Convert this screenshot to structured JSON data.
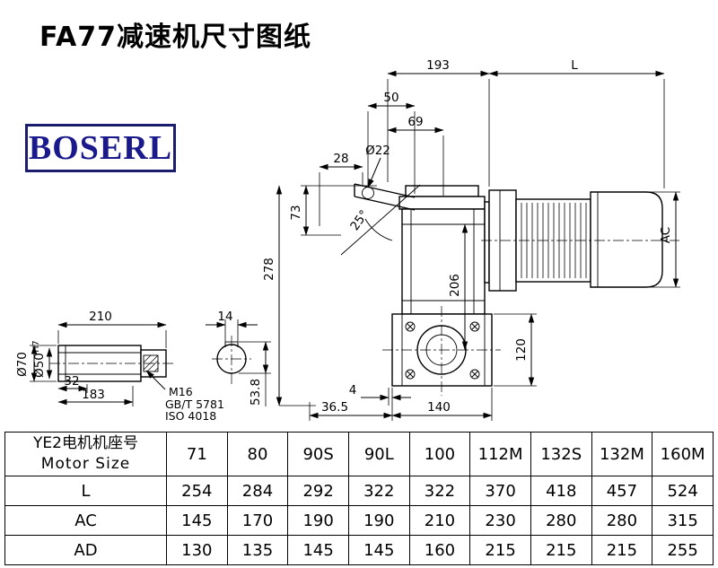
{
  "title": "FA77减速机尺寸图纸",
  "logo": {
    "text": "BOSERL"
  },
  "drawing": {
    "dims": {
      "w193": "193",
      "L": "L",
      "w50": "50",
      "w69": "69",
      "dia22": "Ø22",
      "w28": "28",
      "h73": "73",
      "ang25": "25°",
      "h278": "278",
      "h206": "206",
      "AC": "AC",
      "h120": "120",
      "w4": "4",
      "w36_5": "36.5",
      "w140": "140",
      "w210": "210",
      "w14": "14",
      "dia70": "Ø70",
      "dia50": "Ø50",
      "tol": "H7",
      "w32": "32",
      "w183": "183",
      "bolt": "M16",
      "std1": "GB/T 5781",
      "std2": "ISO 4018",
      "h53_8": "53.8"
    }
  },
  "table": {
    "header": {
      "line1": "YE2电机机座号",
      "line2": "Motor Size"
    },
    "columns": [
      "71",
      "80",
      "90S",
      "90L",
      "100",
      "112M",
      "132S",
      "132M",
      "160M"
    ],
    "rows": [
      {
        "label": "L",
        "values": [
          "254",
          "284",
          "292",
          "322",
          "322",
          "370",
          "418",
          "457",
          "524"
        ]
      },
      {
        "label": "AC",
        "values": [
          "145",
          "170",
          "190",
          "190",
          "210",
          "230",
          "280",
          "280",
          "315"
        ]
      },
      {
        "label": "AD",
        "values": [
          "130",
          "135",
          "145",
          "145",
          "160",
          "215",
          "215",
          "215",
          "255"
        ]
      }
    ]
  }
}
